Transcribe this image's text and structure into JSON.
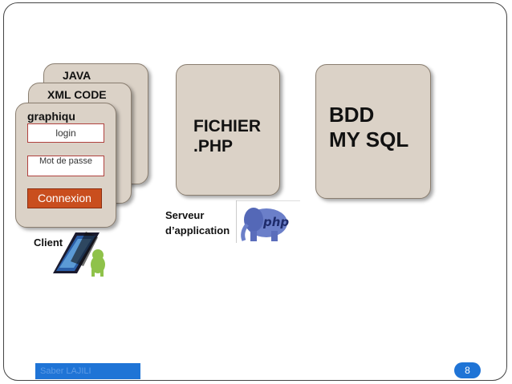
{
  "client": {
    "layers": {
      "java": "JAVA",
      "xml": "XML CODE",
      "graphique": "graphiqu\ne"
    },
    "login_field": "login",
    "password_field": "Mot de passe",
    "connect_button": "Connexion",
    "label": "Client"
  },
  "server": {
    "file_label": "FICHIER\n.PHP",
    "label": "Serveur\nd’application"
  },
  "database": {
    "label": "BDD\nMY SQL"
  },
  "footer": {
    "author": "Saber LAJILI",
    "page_number": "8"
  },
  "colors": {
    "card": "#dbd2c7",
    "button": "#c94e1e",
    "footer": "#1f74d6"
  },
  "icons": [
    "phone-android-icon",
    "php-elephant-icon"
  ]
}
